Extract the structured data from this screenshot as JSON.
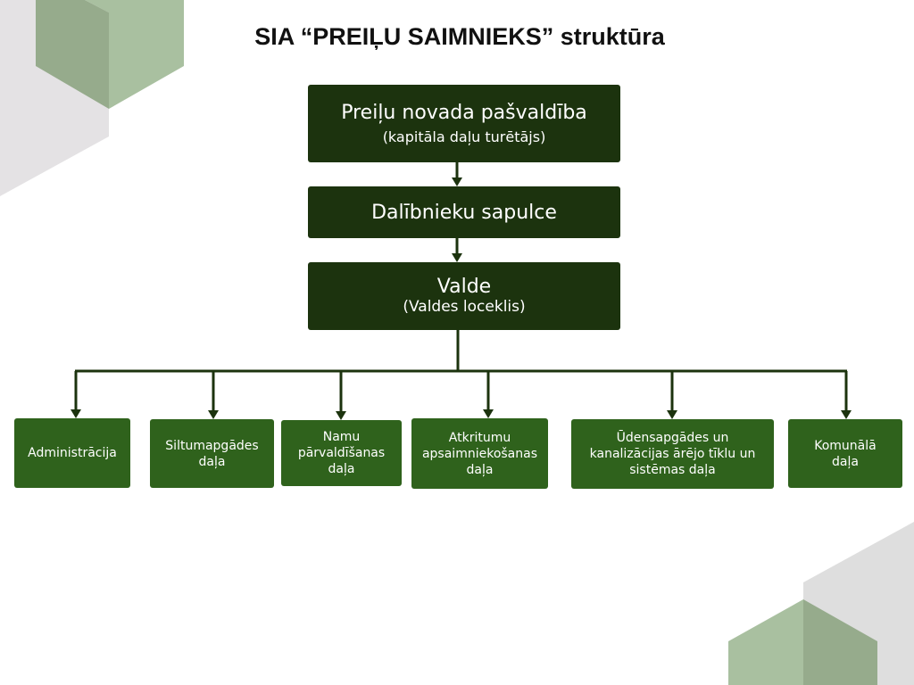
{
  "title": "SIA “PREIĻU SAIMNIEKS” struktūra",
  "colors": {
    "top_boxes": "#1c330e",
    "department_boxes": "#2f621c",
    "connector": "#1c330e",
    "deco_grey": "#e4e2e4",
    "deco_green_light": "#a9c0a0",
    "deco_green_dark": "#96ab8c"
  },
  "hierarchy": {
    "owner": {
      "title": "Preiļu novada pašvaldība",
      "subtitle": "(kapitāla daļu turētājs)"
    },
    "assembly": {
      "title": "Dalībnieku sapulce"
    },
    "board": {
      "title": "Valde",
      "subtitle": "(Valdes loceklis)"
    },
    "departments": [
      {
        "label": "Administrācija"
      },
      {
        "label": "Siltumapgādes daļa"
      },
      {
        "label": "Namu pārvaldīšanas daļa"
      },
      {
        "label": "Atkritumu apsaimniekošanas daļa"
      },
      {
        "label": "Ūdensapgādes un kanalizācijas ārējo tīklu un sistēmas daļa"
      },
      {
        "label": "Komunālā daļa"
      }
    ]
  }
}
